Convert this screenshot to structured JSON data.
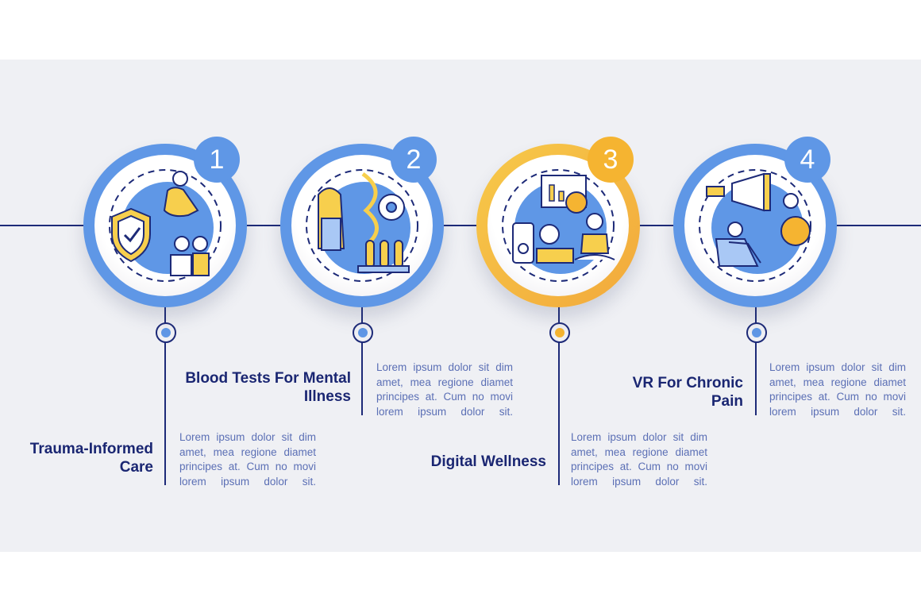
{
  "colors": {
    "navy": "#1d2a78",
    "blue": "#5f97e6",
    "orange": "#f5b431",
    "bg": "#eff0f4"
  },
  "steps": [
    {
      "number": "1",
      "title": "Trauma-Informed Care",
      "description": "Lorem ipsum dolor sit dim amet, mea regione diamet principes at. Cum no movi lorem ipsum dolor sit.",
      "icon": "trauma-care-icon"
    },
    {
      "number": "2",
      "title": "Blood Tests For Mental Illness",
      "description": "Lorem ipsum dolor sit dim amet, mea regione diamet principes at. Cum no movi lorem ipsum dolor sit.",
      "icon": "blood-test-icon"
    },
    {
      "number": "3",
      "title": "Digital Wellness",
      "description": "Lorem ipsum dolor sit dim amet, mea regione diamet principes at. Cum no movi lorem ipsum dolor sit.",
      "icon": "digital-wellness-icon"
    },
    {
      "number": "4",
      "title": "VR For Chronic Pain",
      "description": "Lorem ipsum dolor sit dim amet, mea regione diamet principes at. Cum no movi lorem ipsum dolor sit.",
      "icon": "vr-therapy-icon"
    }
  ]
}
